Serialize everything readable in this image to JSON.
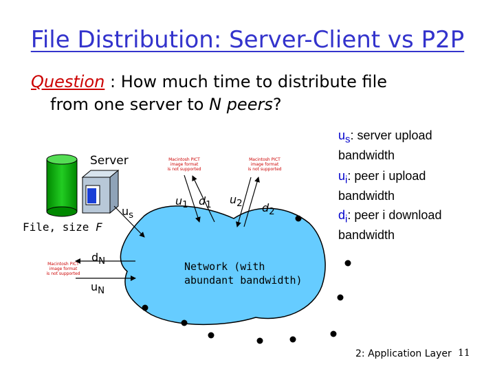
{
  "title": "File Distribution: Server-Client vs P2P",
  "question": {
    "label": "Question",
    "line1_rest": " : How much time to distribute file",
    "line2_pre": "from one server to ",
    "n": "N",
    "line2_space": " ",
    "peers": "peers",
    "mark": "?"
  },
  "legend": {
    "us_sym": "u",
    "us_sub": "s",
    "us_text": ": server upload bandwidth",
    "ui_sym": "u",
    "ui_sub": "i",
    "ui_text": ": peer i upload bandwidth",
    "di_sym": "d",
    "di_sub": "i",
    "di_text": ": peer i download bandwidth"
  },
  "server_label": "Server",
  "file_label_pre": "File, size ",
  "file_label_var": "F",
  "links": {
    "us": {
      "sym": "u",
      "sub": "s"
    },
    "u1": {
      "sym": "u",
      "sub": "1"
    },
    "d1": {
      "sym": "d",
      "sub": "1"
    },
    "u2": {
      "sym": "u",
      "sub": "2"
    },
    "d2": {
      "sym": "d",
      "sub": "2"
    },
    "dN": {
      "sym": "d",
      "sub": "N"
    },
    "uN": {
      "sym": "u",
      "sub": "N"
    }
  },
  "network_label": {
    "line1": "Network (with",
    "line2": "abundant bandwidth)"
  },
  "pict_placeholder": {
    "line1": "Macintosh PICT",
    "line2": "image format",
    "line3": "is not supported"
  },
  "footer": "2: Application Layer",
  "page_number": "11",
  "colors": {
    "title": "#3333cc",
    "question_label": "#cc0000",
    "legend_symbol": "#0000cc",
    "cloud": "#66ccff",
    "disk": "#00aa00",
    "server_box": "#b8c8d8"
  }
}
